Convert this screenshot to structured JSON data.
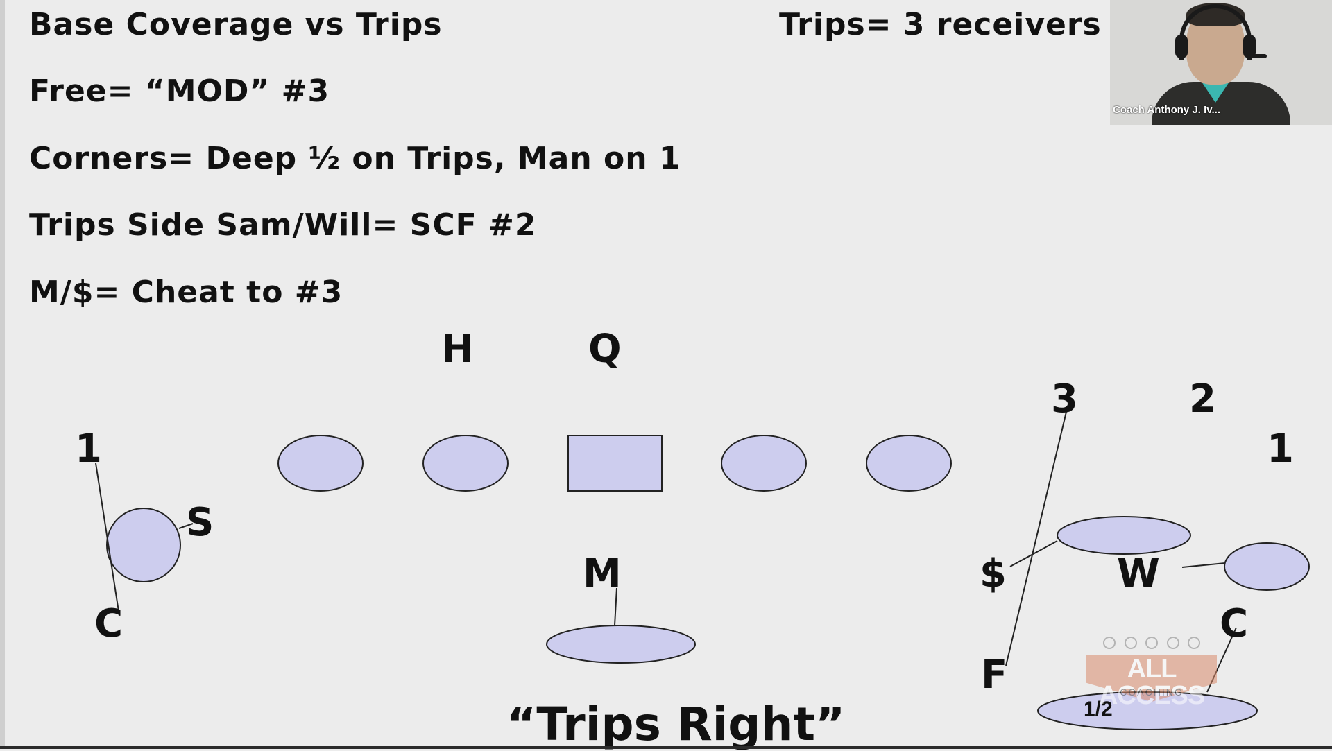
{
  "slide": {
    "lines": [
      "Base Coverage vs Trips",
      "Free= “MOD” #3",
      "Corners= Deep ½ on Trips, Man on 1",
      "Trips Side Sam/Will= SCF #2",
      "M/$= Cheat to #3"
    ],
    "top_right_note": "Trips= 3 receivers o",
    "formation_title": "“Trips Right”",
    "half_label": "1/2"
  },
  "offense": {
    "backs": [
      "H",
      "Q"
    ],
    "receivers_left": [
      "1"
    ],
    "receivers_right": [
      "3",
      "2",
      "1"
    ]
  },
  "defense": {
    "labels": [
      "S",
      "C",
      "M",
      "$",
      "W",
      "C",
      "F"
    ]
  },
  "video": {
    "presenter_name": "Coach Anthony J. Iv..."
  },
  "watermark": {
    "brand": "ALL ACCESS",
    "sub": "COACHING"
  },
  "colors": {
    "shape_fill": "#cdcdee",
    "shape_stroke": "#222222",
    "background": "#ececec"
  }
}
